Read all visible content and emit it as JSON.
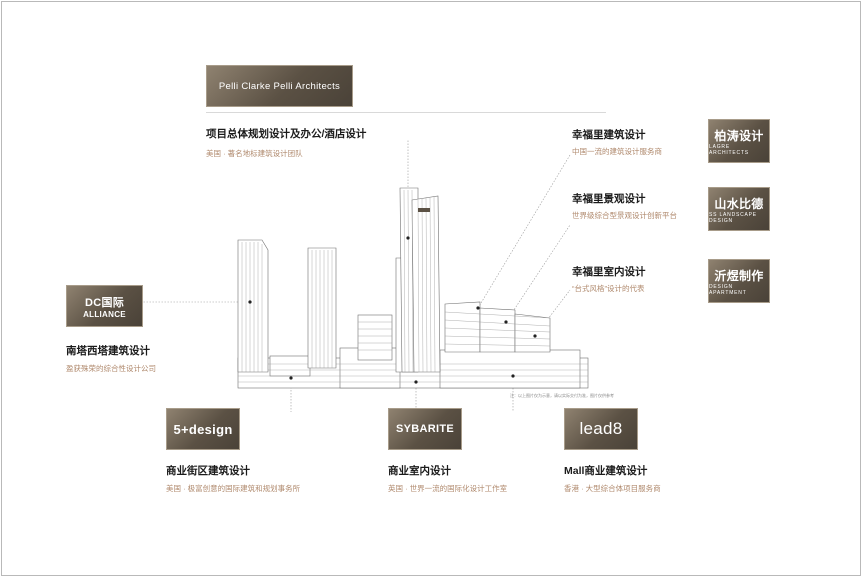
{
  "logos": {
    "pelli": "Pelli Clarke Pelli Architects",
    "ucd_cn": "柏涛设计",
    "ucd_en": "LAGRE ARCHITECTS",
    "shanshui_cn": "山水比德",
    "shanshui_en": "SS LANDSCAPE DESIGN",
    "dc_cn": "DC国际",
    "dc_en": "ALLIANCE",
    "design_cn": "沂煜制作",
    "design_en": "DESIGN APARTMENT",
    "fivedesign": "5+design",
    "sybarite": "SYBARITE",
    "lead8": "lead8"
  },
  "entries": {
    "pelli": {
      "title": "项目总体规划设计及办公/酒店设计",
      "subtitle": "美国 · 著名地标建筑设计团队"
    },
    "xingfuli_arch": {
      "title": "幸福里建筑设计",
      "subtitle": "中国一流的建筑设计服务商"
    },
    "xingfuli_landscape": {
      "title": "幸福里景观设计",
      "subtitle": "世界级综合型景观设计创新平台"
    },
    "xingfuli_interior": {
      "title": "幸福里室内设计",
      "subtitle": "“台式风格”设计的代表"
    },
    "south_tower": {
      "title": "南塔西塔建筑设计",
      "subtitle": "盈获殊荣的综合性设计公司"
    },
    "street": {
      "title": "商业街区建筑设计",
      "subtitle": "美国 · 极富创意的国际建筑和规划事务所"
    },
    "interior": {
      "title": "商业室内设计",
      "subtitle": "英国 · 世界一流的国际化设计工作室"
    },
    "mall": {
      "title": "Mall商业建筑设计",
      "subtitle": "香港 · 大型综合体项目服务商"
    }
  },
  "caption": "注：以上图片仅为示意，请以实际交付为准，图片仅供参考",
  "colors": {
    "gold": "#8c7a64",
    "subtitle": "#b08a6e",
    "title": "#1b1b1b"
  }
}
